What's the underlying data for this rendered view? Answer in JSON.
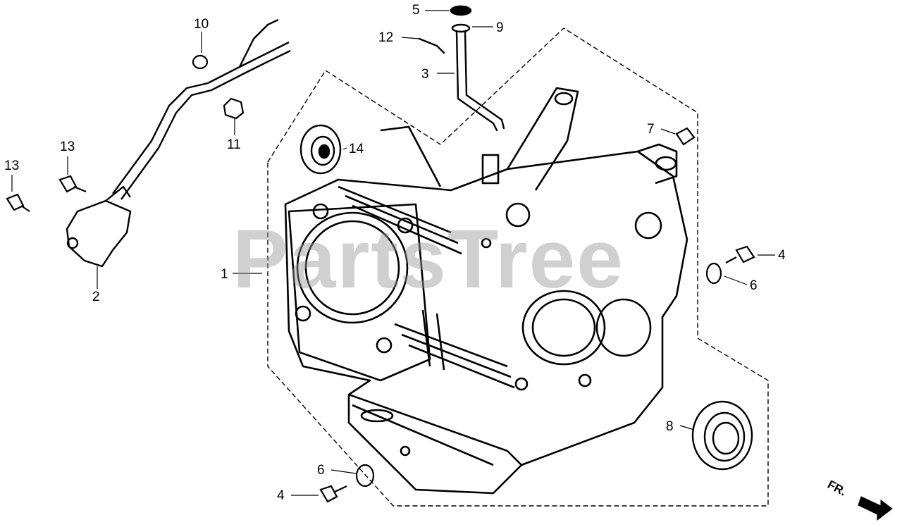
{
  "diagram": {
    "watermark": "PartsTree",
    "direction_label": "FR.",
    "colors": {
      "line": "#000000",
      "watermark": "#9a9a9a",
      "background": "#ffffff"
    },
    "callouts": [
      {
        "id": "c1",
        "label": "1"
      },
      {
        "id": "c2",
        "label": "2"
      },
      {
        "id": "c3",
        "label": "3"
      },
      {
        "id": "c4a",
        "label": "4"
      },
      {
        "id": "c4b",
        "label": "4"
      },
      {
        "id": "c5",
        "label": "5"
      },
      {
        "id": "c6a",
        "label": "6"
      },
      {
        "id": "c6b",
        "label": "6"
      },
      {
        "id": "c7",
        "label": "7"
      },
      {
        "id": "c8",
        "label": "8"
      },
      {
        "id": "c9",
        "label": "9"
      },
      {
        "id": "c10",
        "label": "10"
      },
      {
        "id": "c11",
        "label": "11"
      },
      {
        "id": "c12",
        "label": "12"
      },
      {
        "id": "c13a",
        "label": "13"
      },
      {
        "id": "c13b",
        "label": "13"
      },
      {
        "id": "c14",
        "label": "14"
      }
    ]
  }
}
